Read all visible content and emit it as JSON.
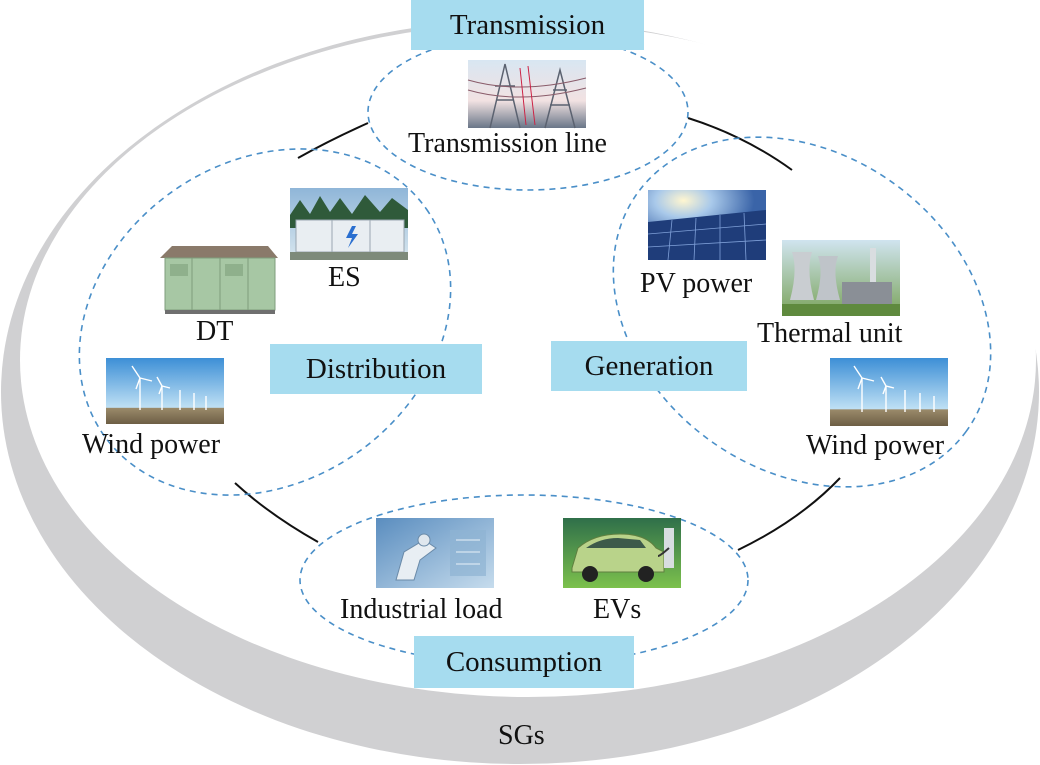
{
  "outer": {
    "label": "SGs",
    "ring_color": "#d0d0d2"
  },
  "boxes": {
    "transmission": "Transmission",
    "distribution": "Distribution",
    "generation": "Generation",
    "consumption": "Consumption"
  },
  "labels": {
    "transmission_line": "Transmission line",
    "es": "ES",
    "dt": "DT",
    "wind_power_left": "Wind power",
    "pv_power": "PV power",
    "thermal_unit": "Thermal unit",
    "wind_power_right": "Wind power",
    "industrial_load": "Industrial load",
    "evs": "EVs"
  },
  "colors": {
    "box_fill": "#a6dcef",
    "dashed_stroke": "#4a8fc8",
    "connector": "#111111"
  },
  "icons": [
    "transmission-tower-photo",
    "energy-storage-photo",
    "distribution-transformer-photo",
    "wind-turbine-photo",
    "solar-panel-photo",
    "thermal-plant-photo",
    "industrial-robot-photo",
    "electric-vehicle-photo"
  ]
}
